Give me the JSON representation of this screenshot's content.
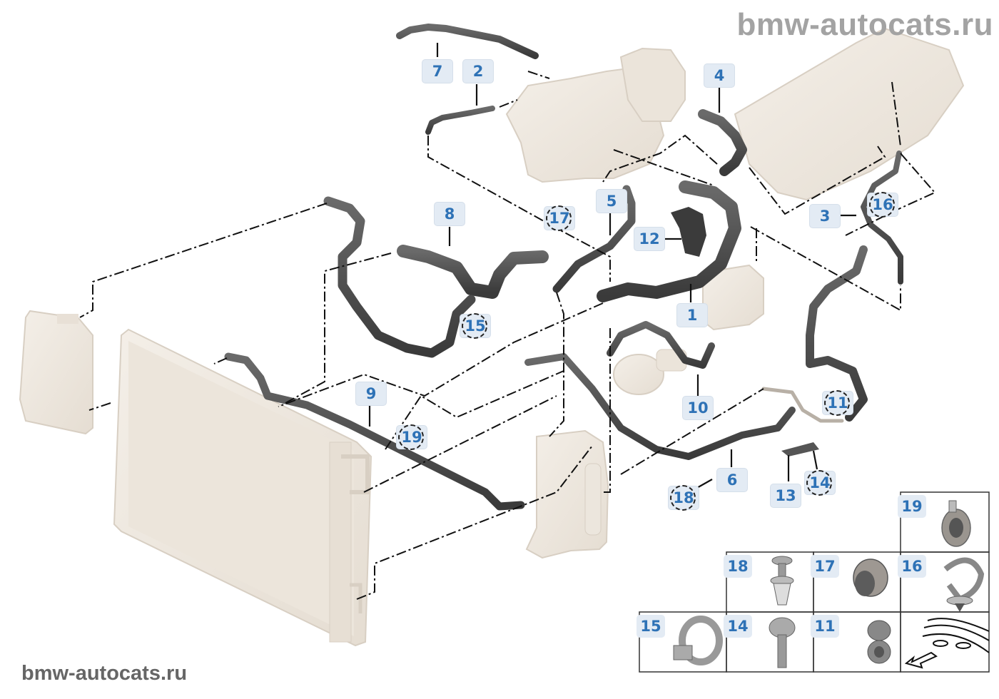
{
  "diagram": {
    "title": "Cooling system coolant hoses — exploded parts view",
    "watermark_top": "bmw-autocats.ru",
    "watermark_bottom": "bmw-autocats.ru",
    "colors": {
      "callout_bg": "#e3ebf4",
      "callout_text": "#2e72b6",
      "hose": "#4a4a4a",
      "component": "#eee8df",
      "leader_line": "#111111"
    },
    "callouts": [
      {
        "id": "7",
        "circled": false
      },
      {
        "id": "2",
        "circled": false
      },
      {
        "id": "4",
        "circled": false
      },
      {
        "id": "5",
        "circled": false
      },
      {
        "id": "17",
        "circled": true
      },
      {
        "id": "8",
        "circled": false
      },
      {
        "id": "12",
        "circled": false
      },
      {
        "id": "3",
        "circled": false
      },
      {
        "id": "16",
        "circled": true
      },
      {
        "id": "1",
        "circled": false
      },
      {
        "id": "15",
        "circled": true
      },
      {
        "id": "10",
        "circled": false
      },
      {
        "id": "11",
        "circled": true
      },
      {
        "id": "9",
        "circled": false
      },
      {
        "id": "19",
        "circled": true
      },
      {
        "id": "6",
        "circled": false
      },
      {
        "id": "18",
        "circled": true
      },
      {
        "id": "13",
        "circled": false
      },
      {
        "id": "14",
        "circled": true
      }
    ],
    "legend": {
      "cells": [
        {
          "id": "19",
          "part": "hose clip holder"
        },
        {
          "id": "18",
          "part": "expanding rivet"
        },
        {
          "id": "17",
          "part": "bushing"
        },
        {
          "id": "16",
          "part": "holder clip"
        },
        {
          "id": "15",
          "part": "hose clamp"
        },
        {
          "id": "14",
          "part": "screw"
        },
        {
          "id": "11",
          "part": "double hose holder"
        },
        {
          "id": "",
          "part": "vehicle direction indicator"
        }
      ]
    }
  }
}
